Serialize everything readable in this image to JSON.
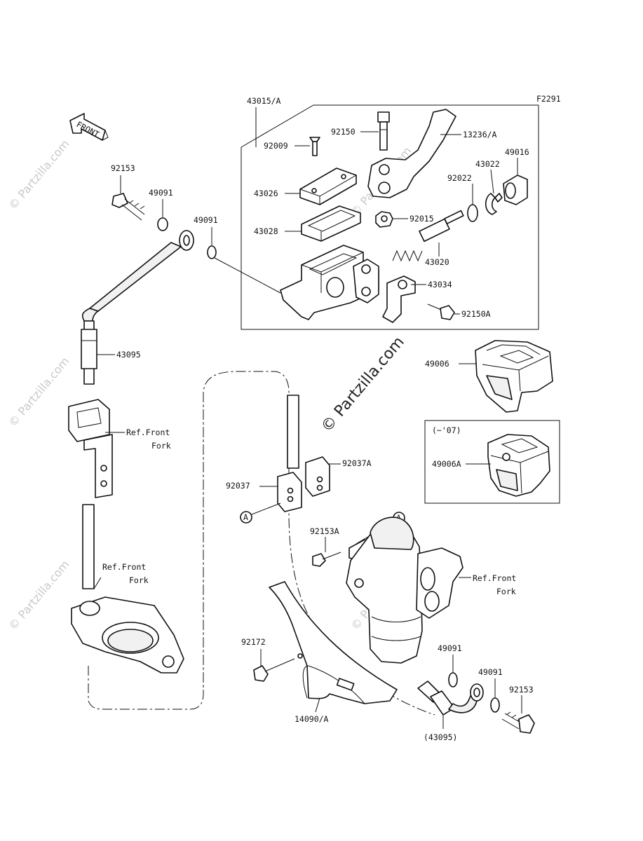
{
  "figure_code": "F2291",
  "front_arrow_label": "FRONT",
  "watermarks": {
    "center": "© Partzilla.com",
    "repeat": "© Partzilla.com"
  },
  "variant_box_label": "(~'07)",
  "ref_marker": "A",
  "labels": {
    "l43015A": "43015/A",
    "l92150": "92150",
    "l13236A": "13236/A",
    "l92009": "92009",
    "l49016": "49016",
    "l43022": "43022",
    "l92022": "92022",
    "l43026": "43026",
    "l92015": "92015",
    "l43028": "43028",
    "l43020": "43020",
    "l43034": "43034",
    "l92150A": "92150A",
    "l92153_top": "92153",
    "l49091_top": "49091",
    "l49091_mid": "49091",
    "l43095": "43095",
    "l49006": "49006",
    "l49006A": "49006A",
    "refFront1_a": "Ref.Front",
    "refFront1_b": "Fork",
    "refFront2_a": "Ref.Front",
    "refFront2_b": "Fork",
    "refFront3_a": "Ref.Front",
    "refFront3_b": "Fork",
    "l92037A": "92037A",
    "l92037": "92037",
    "l92153A": "92153A",
    "l92172": "92172",
    "l49091_br1": "49091",
    "l49091_br2": "49091",
    "l92153_br": "92153",
    "l14090A": "14090/A",
    "l43095_paren": "(43095)"
  }
}
